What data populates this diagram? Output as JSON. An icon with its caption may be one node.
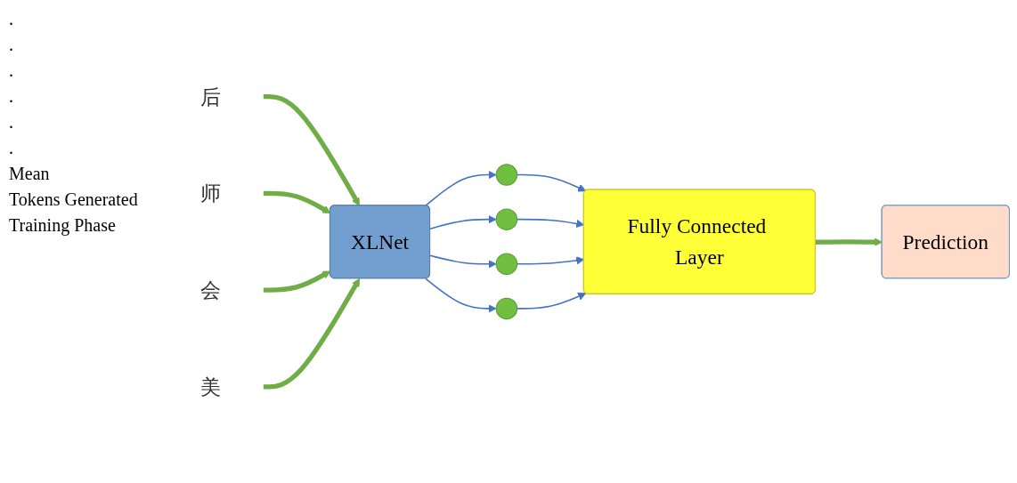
{
  "diagram": {
    "nodes": [
      {
        "text": [
          "后"
        ]
      },
      {
        "text": [
          "师"
        ]
      },
      {
        "text": [
          "会"
        ]
      },
      {
        "text": [
          "美"
        ]
      },
      {
        "text": [
          "XLNet"
        ]
      },
      {
        "text": [],
        "shape": "circle"
      },
      {
        "text": [],
        "shape": "circle"
      },
      {
        "text": [],
        "shape": "circle"
      },
      {
        "text": [],
        "shape": "circle"
      },
      {
        "text": [
          "Fully Connected Layer"
        ]
      },
      {
        "text": [
          "Prediction"
        ]
      }
    ],
    "edges": [
      {
        "from": 0,
        "to": 4,
        "arrow": "to",
        "style": "thick",
        "color": "#70ad47"
      },
      {
        "from": 1,
        "to": 4,
        "arrow": "to",
        "style": "thick",
        "color": "#70ad47"
      },
      {
        "from": 2,
        "to": 4,
        "arrow": "to",
        "style": "thick",
        "color": "#70ad47"
      },
      {
        "from": 3,
        "to": 4,
        "arrow": "to",
        "style": "thick",
        "color": "#70ad47"
      },
      {
        "from": 4,
        "to": 5,
        "arrow": "to"
      },
      {
        "from": 4,
        "to": 6,
        "arrow": "to"
      },
      {
        "from": 4,
        "to": 7,
        "arrow": "to"
      },
      {
        "from": 4,
        "to": 8,
        "arrow": "to"
      },
      {
        "from": 5,
        "to": 9,
        "arrow": "to"
      },
      {
        "from": 6,
        "to": 9,
        "arrow": "to"
      },
      {
        "from": 7,
        "to": 9,
        "arrow": "to"
      },
      {
        "from": 8,
        "to": 9,
        "arrow": "to"
      },
      {
        "from": 9,
        "to": 10,
        "arrow": "to",
        "style": "thick",
        "color": "#70ad47"
      }
    ],
    "labels": [
      ".",
      ".",
      ".",
      ".",
      ".",
      ".",
      "Mean",
      "Tokens Generated",
      "Training Phase"
    ]
  }
}
